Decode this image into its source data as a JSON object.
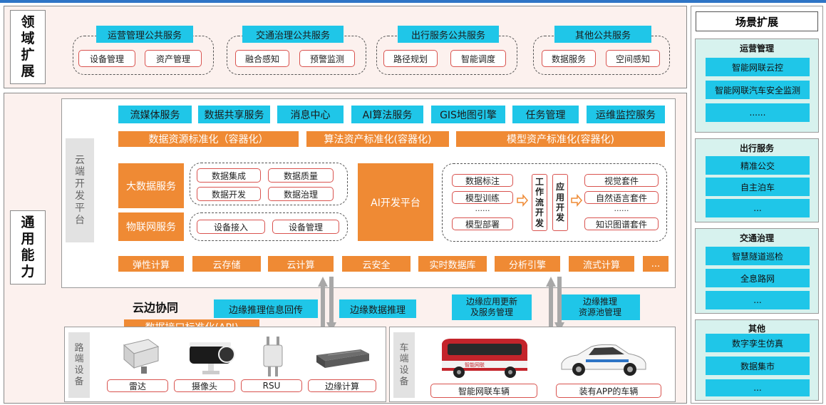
{
  "domain_expansion": {
    "title_chars": [
      "领",
      "域",
      "扩",
      "展"
    ],
    "groups": [
      {
        "title": "运营管理公共服务",
        "items": [
          "设备管理",
          "资产管理"
        ]
      },
      {
        "title": "交通治理公共服务",
        "items": [
          "融合感知",
          "预警监测"
        ]
      },
      {
        "title": "出行服务公共服务",
        "items": [
          "路径规划",
          "智能调度"
        ]
      },
      {
        "title": "其他公共服务",
        "items": [
          "数据服务",
          "空间感知"
        ]
      }
    ]
  },
  "general_capability": {
    "title_chars": [
      "通",
      "用",
      "能",
      "力"
    ],
    "platform_title_chars": [
      "云",
      "端",
      "开",
      "发",
      "平",
      "台"
    ],
    "top_services": [
      "流媒体服务",
      "数据共享服务",
      "消息中心",
      "AI算法服务",
      "GIS地图引擎",
      "任务管理",
      "运维监控服务"
    ],
    "standardization": [
      "数据资源标准化（容器化）",
      "算法资产标准化(容器化)",
      "模型资产标准化(容器化)"
    ],
    "big_data": {
      "label": "大数据服务",
      "items": [
        "数据集成",
        "数据质量",
        "数据开发",
        "数据治理"
      ]
    },
    "iot": {
      "label": "物联网服务",
      "items": [
        "设备接入",
        "设备管理"
      ]
    },
    "ai_platform": "AI开发平台",
    "ai_pipeline": {
      "steps": [
        "数据标注",
        "模型训练",
        "······",
        "模型部署"
      ],
      "workflow_chars": [
        "工",
        "作",
        "流",
        "开",
        "发"
      ],
      "app_chars": [
        "应",
        "用",
        "开",
        "发"
      ],
      "suites": [
        "视觉套件",
        "自然语言套件",
        "······",
        "知识图谱套件"
      ]
    },
    "infrastructure": [
      "弹性计算",
      "云存储",
      "云计算",
      "云安全",
      "实时数据库",
      "分析引擎",
      "流式计算",
      "..."
    ]
  },
  "cloud_edge": {
    "title": "云边协同",
    "labels": [
      "边缘推理信息回传",
      "边缘数据推理",
      "边缘应用更新\n及服务管理",
      "边缘推理\n资源池管理"
    ],
    "api_standard": "数据接口标准化(API)"
  },
  "roadside": {
    "title_chars": [
      "路",
      "端",
      "设",
      "备"
    ],
    "devices": [
      "雷达",
      "摄像头",
      "RSU",
      "边缘计算"
    ]
  },
  "vehicle": {
    "title_chars": [
      "车",
      "端",
      "设",
      "备"
    ],
    "devices": [
      "智能网联车辆",
      "装有APP的车辆"
    ],
    "bus_decal": "智能网联"
  },
  "scenarios": {
    "title": "场景扩展",
    "groups": [
      {
        "title": "运营管理",
        "items": [
          "智能网联云控",
          "智能网联汽车安全监测",
          "......"
        ]
      },
      {
        "title": "出行服务",
        "items": [
          "精准公交",
          "自主泊车",
          "..."
        ]
      },
      {
        "title": "交通治理",
        "items": [
          "智慧隧道巡检",
          "全息路网",
          "..."
        ]
      },
      {
        "title": "其他",
        "items": [
          "数字孪生仿真",
          "数据集市",
          "..."
        ]
      }
    ]
  },
  "colors": {
    "cyan": "#1fc6e8",
    "orange": "#ef8a34",
    "pink_bg": "#fcf1ee",
    "mint_bg": "#d7f2ee",
    "red_border": "#d9534f",
    "gray_arrow": "#a8a8a8"
  }
}
